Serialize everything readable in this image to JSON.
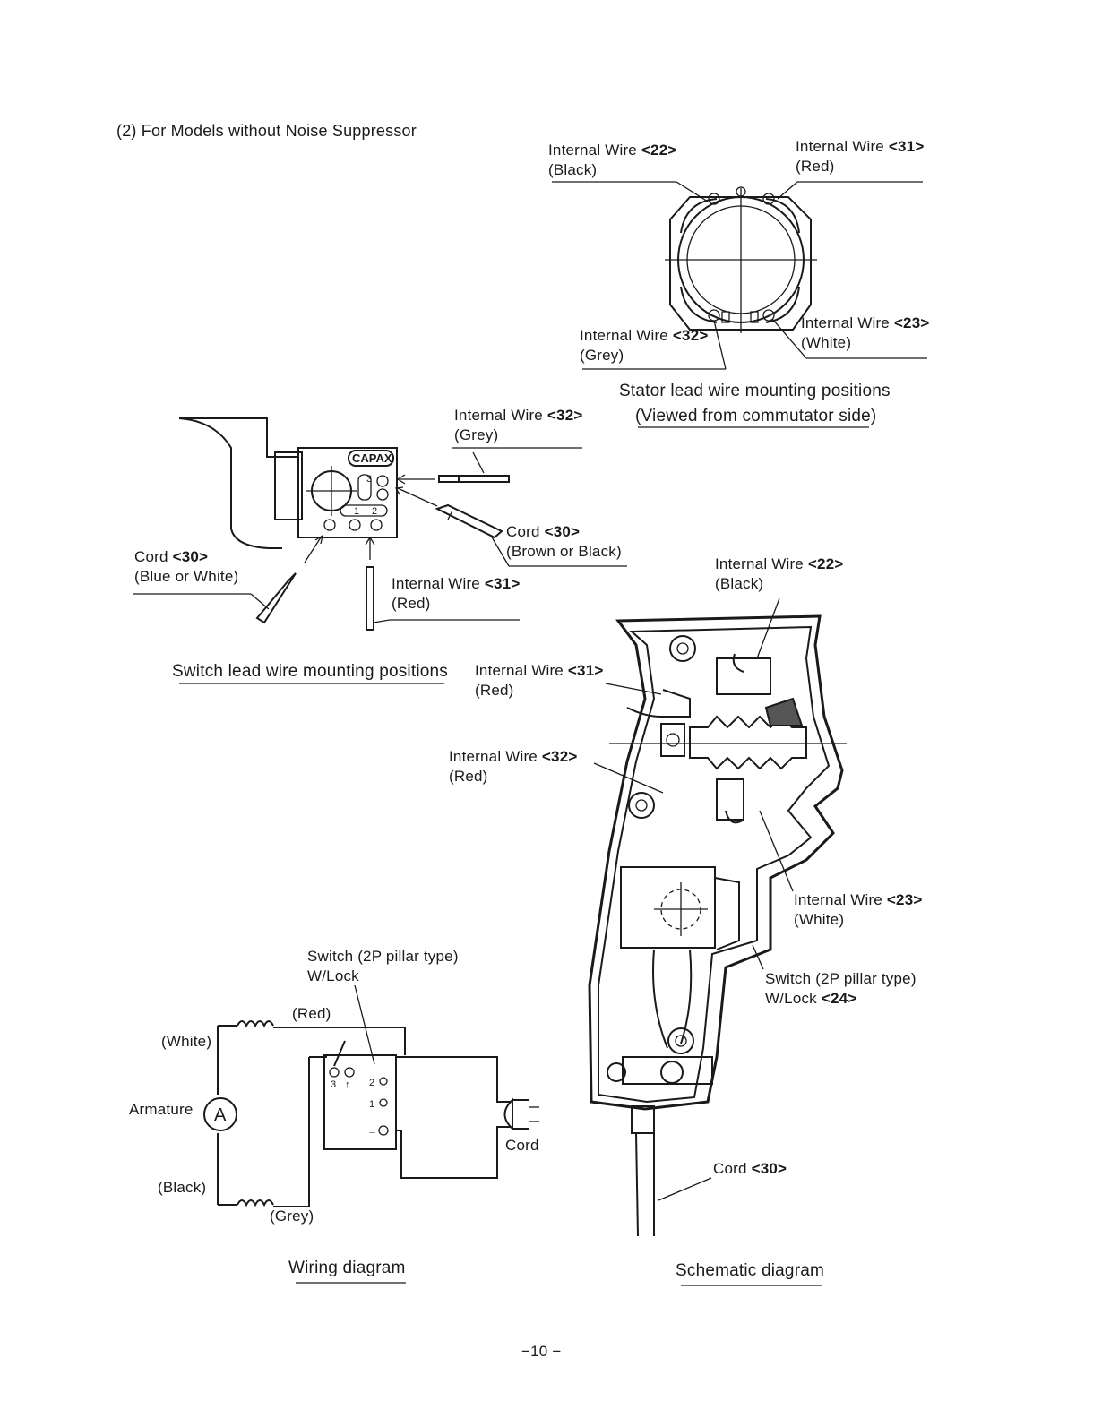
{
  "heading": "(2) For Models without Noise Suppressor",
  "stator": {
    "wire22": {
      "label": "Internal Wire",
      "num": "<22>",
      "color": "(Black)"
    },
    "wire31": {
      "label": "Internal Wire",
      "num": "<31>",
      "color": "(Red)"
    },
    "wire32": {
      "label": "Internal Wire",
      "num": "<32>",
      "color": "(Grey)"
    },
    "wire23": {
      "label": "Internal Wire",
      "num": "<23>",
      "color": "(White)"
    },
    "caption_line1": "Stator lead wire mounting positions",
    "caption_line2": "(Viewed from commutator side)"
  },
  "switch_view": {
    "wire32": {
      "label": "Internal Wire",
      "num": "<32>",
      "color": "(Grey)"
    },
    "cord_right": {
      "label": "Cord",
      "num": "<30>",
      "color": "(Brown or Black)"
    },
    "cord_left": {
      "label": "Cord",
      "num": "<30>",
      "color": "(Blue or White)"
    },
    "wire31": {
      "label": "Internal Wire",
      "num": "<31>",
      "color": "(Red)"
    },
    "brand": "CAPAX",
    "terminal_1": "1",
    "terminal_2": "2",
    "terminal_3": "3",
    "caption": "Switch lead wire mounting positions"
  },
  "schematic": {
    "wire22": {
      "label": "Internal Wire",
      "num": "<22>",
      "color": "(Black)"
    },
    "wire31": {
      "label": "Internal Wire",
      "num": "<31>",
      "color": "(Red)"
    },
    "wire32": {
      "label": "Internal Wire",
      "num": "<32>",
      "color": "(Red)"
    },
    "wire23": {
      "label": "Internal Wire",
      "num": "<23>",
      "color": "(White)"
    },
    "switch": {
      "line1": "Switch (2P  pillar type)",
      "line2": "W/Lock",
      "num": "<24>"
    },
    "cord": {
      "label": "Cord",
      "num": "<30>"
    },
    "caption": "Schematic diagram"
  },
  "wiring": {
    "switch_line1": "Switch (2P  pillar type)",
    "switch_line2": "W/Lock",
    "red": "(Red)",
    "white": "(White)",
    "armature": "Armature",
    "armature_symbol": "A",
    "black": "(Black)",
    "grey": "(Grey)",
    "cord": "Cord",
    "pin_3": "3",
    "pin_arrow": "↑",
    "pos_2": "2",
    "pos_1": "1",
    "pos_arrow": "→",
    "caption": "Wiring diagram"
  },
  "page_number": "−10 −"
}
